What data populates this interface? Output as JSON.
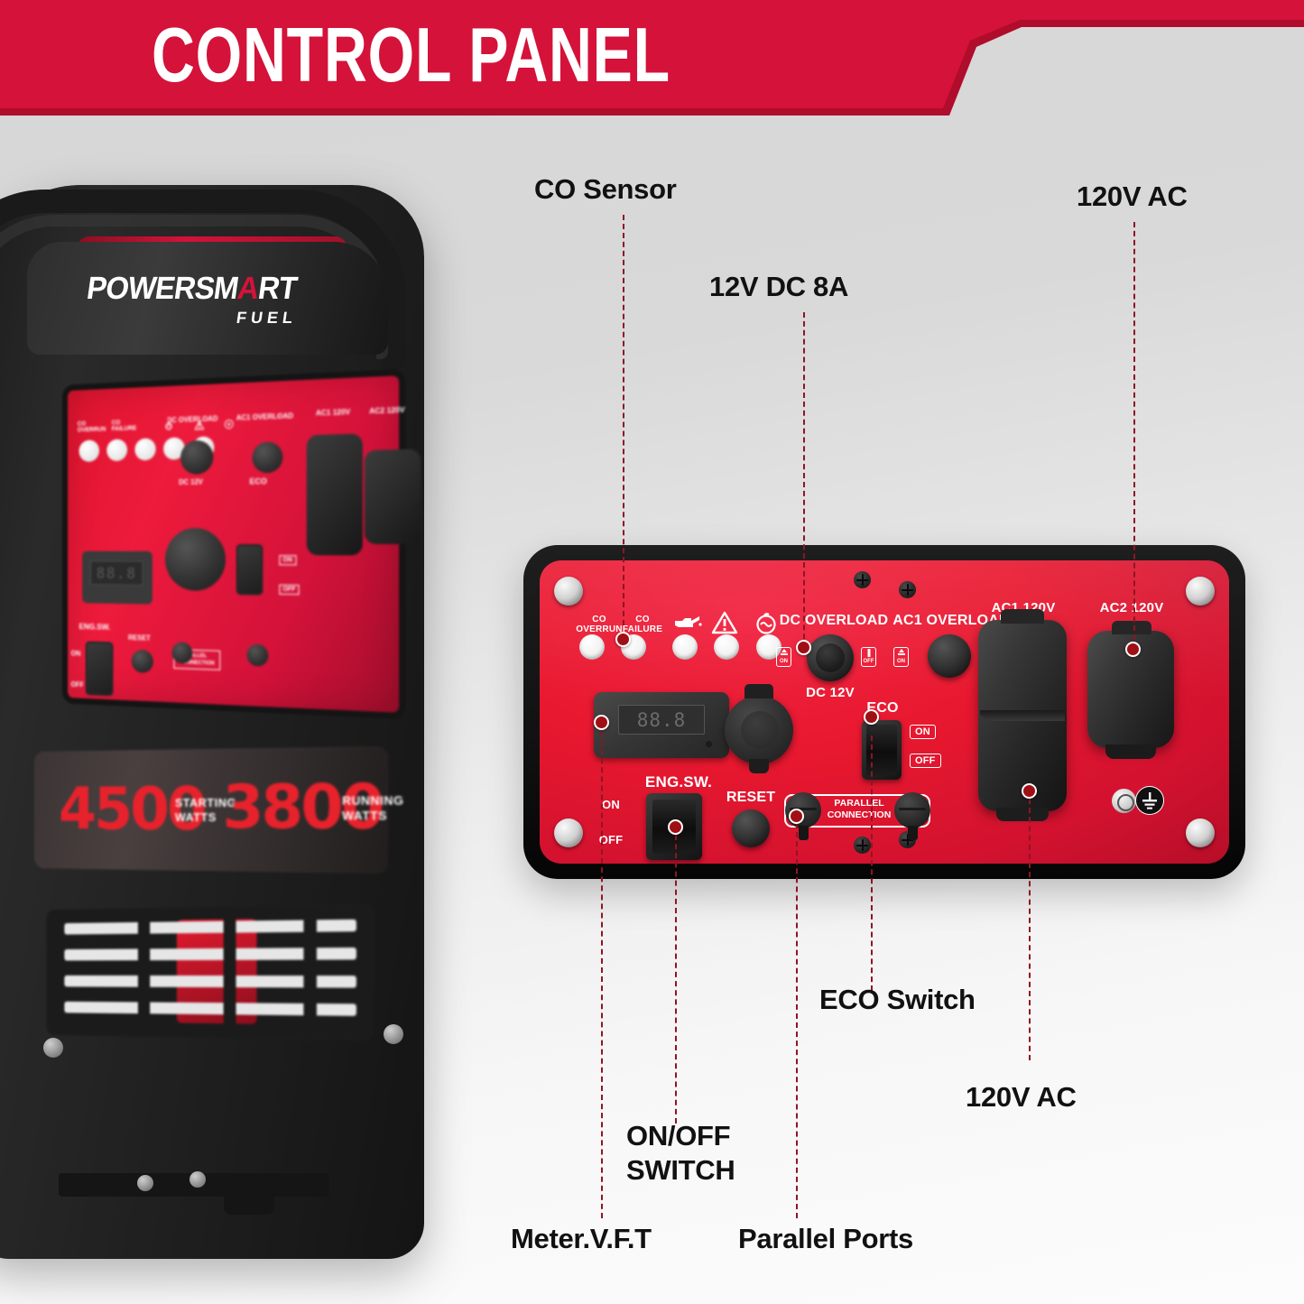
{
  "header": {
    "title": "CONTROL PANEL",
    "bar_color": "#d4123a"
  },
  "product_photo": {
    "brand": "POWERSM",
    "brand_accent": "A",
    "brand_tail": "RT",
    "brand_sub": "FUEL",
    "watts": [
      {
        "value": "4500",
        "line1": "STARTING",
        "line2": "WATTS"
      },
      {
        "value": "3800",
        "line1": "RUNNING",
        "line2": "WATTS"
      }
    ],
    "mini_panel": {
      "indicator_labels": [
        "CO OVERRUN",
        "CO FAILURE"
      ],
      "labels": [
        "DC OVERLOAD",
        "AC1 OVERLOAD",
        "AC1 120V",
        "AC2 120V",
        "DC 12V",
        "ECO",
        "ENG.SW.",
        "RESET",
        "ON",
        "OFF",
        "PARALLEL CONNECTION"
      ],
      "meter_value": "88.8"
    }
  },
  "panel": {
    "indicators": [
      {
        "name": "co-overrun-led",
        "label_l1": "CO",
        "label_l2": "OVERRUN"
      },
      {
        "name": "co-failure-led",
        "label_l1": "CO",
        "label_l2": "FAILURE"
      },
      {
        "name": "oil-alert-led",
        "icon": "oil-can-icon"
      },
      {
        "name": "warning-led",
        "icon": "warning-triangle-icon"
      },
      {
        "name": "overload-led",
        "icon": "engine-overload-icon"
      }
    ],
    "meter": {
      "label": "Meter",
      "value": "88.8"
    },
    "breakers": [
      {
        "name": "dc-overload",
        "label": "DC OVERLOAD",
        "sub": "DC 12V",
        "on": "ON",
        "off": "OFF"
      },
      {
        "name": "ac1-overload",
        "label": "AC1 OVERLOAD",
        "on": "ON",
        "off": "OFF"
      }
    ],
    "eco": {
      "label": "ECO",
      "on": "ON",
      "off": "OFF"
    },
    "engine_switch": {
      "label": "ENG.SW.",
      "on": "ON",
      "off": "OFF"
    },
    "reset": {
      "label": "RESET"
    },
    "parallel": {
      "line1": "PARALLEL",
      "line2": "CONNECTION"
    },
    "outlets": [
      {
        "name": "ac1-outlet",
        "label": "AC1 120V"
      },
      {
        "name": "ac2-outlet",
        "label": "AC2 120V"
      }
    ],
    "ground": {
      "symbol": "earth-ground-icon"
    }
  },
  "callouts": {
    "co_sensor": "CO Sensor",
    "dc_12v_8a": "12V DC 8A",
    "ac_120v_top": "120V AC",
    "eco_switch": "ECO Switch",
    "ac_120v_bottom": "120V AC",
    "on_off_switch_l1": "ON/OFF",
    "on_off_switch_l2": "SWITCH",
    "meter_vft": "Meter.V.F.T",
    "parallel_ports": "Parallel Ports"
  },
  "colors": {
    "brand_red": "#d4123a",
    "panel_red": "#e8182f",
    "dash": "#8d1623",
    "text": "#111111"
  }
}
